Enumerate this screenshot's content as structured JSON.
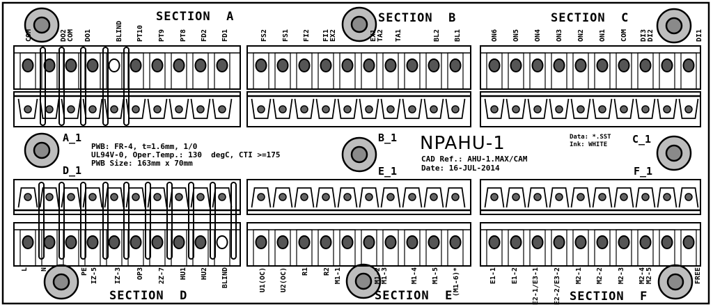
{
  "sections": {
    "a": "SECTION  A",
    "b": "SECTION  B",
    "c": "SECTION  C",
    "d": "SECTION  D",
    "e": "SECTION  E",
    "f": "SECTION  F"
  },
  "blocks": {
    "a1": "A_1",
    "b1": "B_1",
    "c1": "C_1",
    "d1": "D_1",
    "e1": "E_1",
    "f1": "F_1"
  },
  "top_labels": {
    "a": [
      [
        "COM"
      ],
      [
        "DO2",
        "COM"
      ],
      [
        "DO1"
      ],
      [
        "BLIND"
      ],
      [
        "PT10"
      ],
      [
        "PT9"
      ],
      [
        "PT8"
      ],
      [
        "FD2"
      ],
      [
        "FD1"
      ]
    ],
    "b": [
      [
        "FS2"
      ],
      [
        "FS1"
      ],
      [
        "FI2"
      ],
      [
        "FI1",
        "EX2"
      ],
      [
        "EX1",
        "TA2"
      ],
      [
        "TA1"
      ],
      [
        "BL2"
      ],
      [
        "BL1"
      ]
    ],
    "c": [
      [
        "ON6"
      ],
      [
        "ON5"
      ],
      [
        "ON4"
      ],
      [
        "ON3"
      ],
      [
        "ON2"
      ],
      [
        "ON1"
      ],
      [
        "COM"
      ],
      [
        "DI3",
        "DI2"
      ],
      [
        "DI1"
      ]
    ]
  },
  "bottom_labels": {
    "d": [
      [
        "L"
      ],
      [
        "N"
      ],
      [
        "PE"
      ],
      [
        "IZ-5"
      ],
      [
        "IZ-3"
      ],
      [
        "OP3"
      ],
      [
        "2Z-7"
      ],
      [
        "HU1"
      ],
      [
        "HU2"
      ],
      [
        "BLIND"
      ]
    ],
    "e": [
      [
        "U1(OC)"
      ],
      [
        "U2(OC)"
      ],
      [
        "R1"
      ],
      [
        "R2"
      ],
      [
        "M1-1"
      ],
      [
        "M1-2",
        "M1-3"
      ],
      [
        "M1-4"
      ],
      [
        "M1-5"
      ],
      [
        "(M1-6)*"
      ]
    ],
    "f": [
      [
        "E1-1"
      ],
      [
        "E1-2"
      ],
      [
        "E2-1/E3-1"
      ],
      [
        "E2-2/E3-2"
      ],
      [
        "M2-1"
      ],
      [
        "M2-2"
      ],
      [
        "M2-3"
      ],
      [
        "M2-4",
        "M2-5"
      ],
      [
        "FREE"
      ]
    ]
  },
  "pcb_notes": {
    "line1": "PWB: FR-4, t=1.6mm, 1/0",
    "line2": "UL94V-0, Oper.Temp.: 130  degC, CTI >=175",
    "line3": "PWB Size: 163mm x 70mm"
  },
  "title": "NPAHU-1",
  "cad_ref": "CAD Ref.: AHU-1.MAX/CAM",
  "date": "Date: 16-JUL-2014",
  "data_line": "Data: *.SST",
  "ink_line": "Ink: WHITE"
}
